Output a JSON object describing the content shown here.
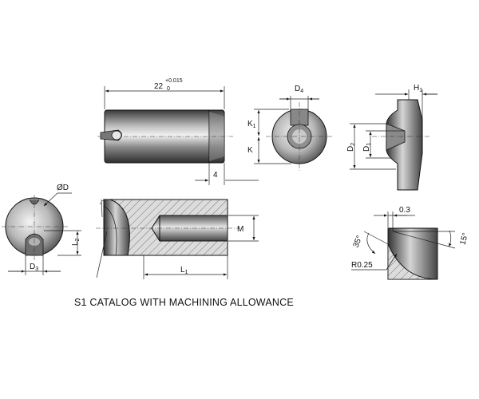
{
  "caption": "S1 CATALOG WITH MACHINING ALLOWANCE",
  "dims": {
    "length_base": "22",
    "length_tol_upper": "+0.015",
    "length_tol_lower": "0",
    "d4_main": "D",
    "d4_sub": "4",
    "k1_main": "K",
    "k1_sub": "1",
    "k": "K",
    "four": "4",
    "h1_main": "H",
    "h1_sub": "1",
    "d2_main": "D",
    "d2_sub": "2",
    "d1_main": "D",
    "d1_sub": "1",
    "od": "ØD",
    "l2_main": "L",
    "l2_sub": "2",
    "d3_main": "D",
    "d3_sub": "3",
    "m": "M",
    "l1_main": "L",
    "l1_sub": "1",
    "gap": "0.3",
    "angle_35": "35°",
    "angle_15": "15°",
    "radius": "R0.25"
  },
  "colors": {
    "steel_dark": "#4a4a4a",
    "steel_light": "#d9d9d9",
    "line": "#111111"
  }
}
